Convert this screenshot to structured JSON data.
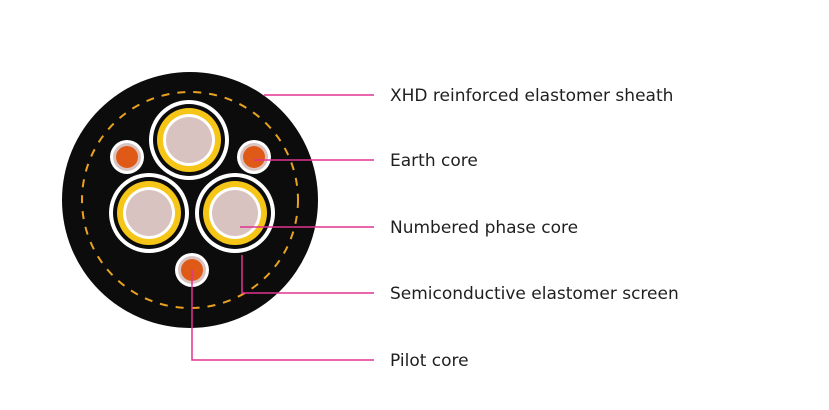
{
  "labels": [
    "XHD reinforced elastomer sheath",
    "Earth core",
    "Numbered phase core",
    "Semiconductive elastomer screen",
    "Pilot core"
  ],
  "colors": {
    "sheath": "#0c0c0c",
    "dashed_screen": "#e8a21f",
    "phase_gold": "#f5c518",
    "phase_inner": "#d9c3c1",
    "earth_core": "#e05a17",
    "leader_line": "#e0338f",
    "text": "#1f1f1f"
  }
}
